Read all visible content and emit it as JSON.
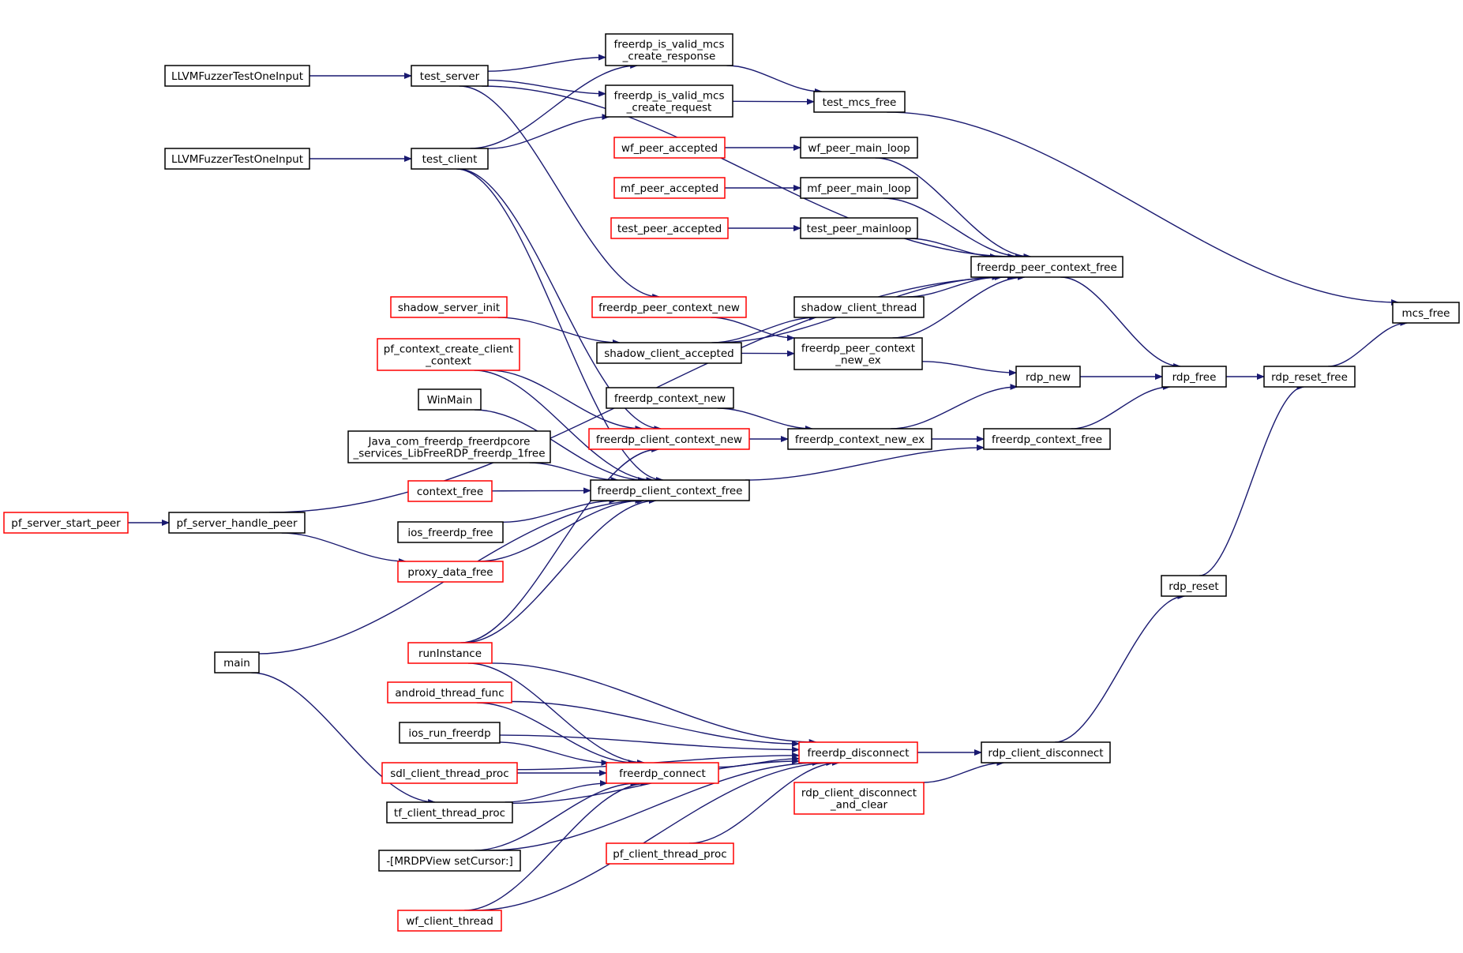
{
  "colors": {
    "edge": "#191970",
    "border_normal": "#000000",
    "border_truncated": "#ff0000",
    "highlight_fill": "#bfbfbf"
  },
  "nodes": [
    {
      "id": "mcs_free",
      "lines": [
        "mcs_free"
      ],
      "style": "highlight"
    },
    {
      "id": "rdp_reset_free",
      "lines": [
        "rdp_reset_free"
      ],
      "style": "normal"
    },
    {
      "id": "rdp_free",
      "lines": [
        "rdp_free"
      ],
      "style": "normal"
    },
    {
      "id": "rdp_reset",
      "lines": [
        "rdp_reset"
      ],
      "style": "normal"
    },
    {
      "id": "rdp_new",
      "lines": [
        "rdp_new"
      ],
      "style": "normal"
    },
    {
      "id": "freerdp_context_free",
      "lines": [
        "freerdp_context_free"
      ],
      "style": "normal"
    },
    {
      "id": "rdp_client_disconnect",
      "lines": [
        "rdp_client_disconnect"
      ],
      "style": "normal"
    },
    {
      "id": "test_mcs_free",
      "lines": [
        "test_mcs_free"
      ],
      "style": "normal"
    },
    {
      "id": "freerdp_peer_context_free",
      "lines": [
        "freerdp_peer_context_free"
      ],
      "style": "normal"
    },
    {
      "id": "freerdp_peer_context_new_ex",
      "lines": [
        "freerdp_peer_context",
        "_new_ex"
      ],
      "style": "normal"
    },
    {
      "id": "freerdp_context_new_ex",
      "lines": [
        "freerdp_context_new_ex"
      ],
      "style": "normal"
    },
    {
      "id": "freerdp_client_context_free",
      "lines": [
        "freerdp_client_context_free"
      ],
      "style": "normal"
    },
    {
      "id": "freerdp_disconnect",
      "lines": [
        "freerdp_disconnect"
      ],
      "style": "truncated"
    },
    {
      "id": "rdp_client_disconnect_and_clear",
      "lines": [
        "rdp_client_disconnect",
        "_and_clear"
      ],
      "style": "truncated"
    },
    {
      "id": "freerdp_is_valid_mcs_create_response",
      "lines": [
        "freerdp_is_valid_mcs",
        "_create_response"
      ],
      "style": "normal"
    },
    {
      "id": "freerdp_is_valid_mcs_create_request",
      "lines": [
        "freerdp_is_valid_mcs",
        "_create_request"
      ],
      "style": "normal"
    },
    {
      "id": "wf_peer_main_loop",
      "lines": [
        "wf_peer_main_loop"
      ],
      "style": "normal"
    },
    {
      "id": "mf_peer_main_loop",
      "lines": [
        "mf_peer_main_loop"
      ],
      "style": "normal"
    },
    {
      "id": "test_peer_mainloop",
      "lines": [
        "test_peer_mainloop"
      ],
      "style": "normal"
    },
    {
      "id": "shadow_client_thread",
      "lines": [
        "shadow_client_thread"
      ],
      "style": "normal"
    },
    {
      "id": "freerdp_context_new",
      "lines": [
        "freerdp_context_new"
      ],
      "style": "normal"
    },
    {
      "id": "freerdp_client_context_new",
      "lines": [
        "freerdp_client_context_new"
      ],
      "style": "truncated"
    },
    {
      "id": "freerdp_connect",
      "lines": [
        "freerdp_connect"
      ],
      "style": "truncated"
    },
    {
      "id": "pf_client_thread_proc",
      "lines": [
        "pf_client_thread_proc"
      ],
      "style": "truncated"
    },
    {
      "id": "wf_peer_accepted",
      "lines": [
        "wf_peer_accepted"
      ],
      "style": "truncated"
    },
    {
      "id": "mf_peer_accepted",
      "lines": [
        "mf_peer_accepted"
      ],
      "style": "truncated"
    },
    {
      "id": "test_peer_accepted",
      "lines": [
        "test_peer_accepted"
      ],
      "style": "truncated"
    },
    {
      "id": "freerdp_peer_context_new",
      "lines": [
        "freerdp_peer_context_new"
      ],
      "style": "truncated"
    },
    {
      "id": "shadow_client_accepted",
      "lines": [
        "shadow_client_accepted"
      ],
      "style": "normal"
    },
    {
      "id": "test_server",
      "lines": [
        "test_server"
      ],
      "style": "normal"
    },
    {
      "id": "test_client",
      "lines": [
        "test_client"
      ],
      "style": "normal"
    },
    {
      "id": "shadow_server_init",
      "lines": [
        "shadow_server_init"
      ],
      "style": "truncated"
    },
    {
      "id": "pf_context_create_client_context",
      "lines": [
        "pf_context_create_client",
        "_context"
      ],
      "style": "truncated"
    },
    {
      "id": "WinMain",
      "lines": [
        "WinMain"
      ],
      "style": "normal"
    },
    {
      "id": "Java_free",
      "lines": [
        "Java_com_freerdp_freerdpcore",
        "_services_LibFreeRDP_freerdp_1free"
      ],
      "style": "normal"
    },
    {
      "id": "context_free",
      "lines": [
        "context_free"
      ],
      "style": "truncated"
    },
    {
      "id": "ios_freerdp_free",
      "lines": [
        "ios_freerdp_free"
      ],
      "style": "normal"
    },
    {
      "id": "proxy_data_free",
      "lines": [
        "proxy_data_free"
      ],
      "style": "truncated"
    },
    {
      "id": "runInstance",
      "lines": [
        "runInstance"
      ],
      "style": "truncated"
    },
    {
      "id": "android_thread_func",
      "lines": [
        "android_thread_func"
      ],
      "style": "truncated"
    },
    {
      "id": "ios_run_freerdp",
      "lines": [
        "ios_run_freerdp"
      ],
      "style": "normal"
    },
    {
      "id": "sdl_client_thread_proc",
      "lines": [
        "sdl_client_thread_proc"
      ],
      "style": "truncated"
    },
    {
      "id": "tf_client_thread_proc",
      "lines": [
        "tf_client_thread_proc"
      ],
      "style": "normal"
    },
    {
      "id": "MRDPView_setCursor",
      "lines": [
        "-[MRDPView setCursor:]"
      ],
      "style": "normal"
    },
    {
      "id": "wf_client_thread",
      "lines": [
        "wf_client_thread"
      ],
      "style": "truncated"
    },
    {
      "id": "LLVMFuzzer_server",
      "lines": [
        "LLVMFuzzerTestOneInput"
      ],
      "style": "normal"
    },
    {
      "id": "LLVMFuzzer_client",
      "lines": [
        "LLVMFuzzerTestOneInput"
      ],
      "style": "normal"
    },
    {
      "id": "pf_server_handle_peer",
      "lines": [
        "pf_server_handle_peer"
      ],
      "style": "normal"
    },
    {
      "id": "main",
      "lines": [
        "main"
      ],
      "style": "normal"
    },
    {
      "id": "pf_server_start_peer",
      "lines": [
        "pf_server_start_peer"
      ],
      "style": "truncated"
    }
  ],
  "edges": [
    [
      "rdp_reset_free",
      "mcs_free"
    ],
    [
      "test_mcs_free",
      "mcs_free"
    ],
    [
      "rdp_free",
      "rdp_reset_free"
    ],
    [
      "rdp_reset",
      "rdp_reset_free"
    ],
    [
      "rdp_new",
      "rdp_free"
    ],
    [
      "freerdp_context_free",
      "rdp_free"
    ],
    [
      "freerdp_peer_context_free",
      "rdp_free"
    ],
    [
      "rdp_client_disconnect",
      "rdp_reset"
    ],
    [
      "freerdp_is_valid_mcs_create_response",
      "test_mcs_free"
    ],
    [
      "freerdp_is_valid_mcs_create_request",
      "test_mcs_free"
    ],
    [
      "freerdp_peer_context_new_ex",
      "rdp_new"
    ],
    [
      "freerdp_context_new_ex",
      "rdp_new"
    ],
    [
      "freerdp_context_new_ex",
      "freerdp_context_free"
    ],
    [
      "freerdp_client_context_free",
      "freerdp_context_free"
    ],
    [
      "freerdp_disconnect",
      "rdp_client_disconnect"
    ],
    [
      "rdp_client_disconnect_and_clear",
      "rdp_client_disconnect"
    ],
    [
      "test_server",
      "freerdp_is_valid_mcs_create_response"
    ],
    [
      "test_client",
      "freerdp_is_valid_mcs_create_response"
    ],
    [
      "test_server",
      "freerdp_is_valid_mcs_create_request"
    ],
    [
      "test_client",
      "freerdp_is_valid_mcs_create_request"
    ],
    [
      "test_server",
      "freerdp_peer_context_free"
    ],
    [
      "wf_peer_main_loop",
      "freerdp_peer_context_free"
    ],
    [
      "mf_peer_main_loop",
      "freerdp_peer_context_free"
    ],
    [
      "test_peer_mainloop",
      "freerdp_peer_context_free"
    ],
    [
      "shadow_client_thread",
      "freerdp_peer_context_free"
    ],
    [
      "freerdp_peer_context_new_ex",
      "freerdp_peer_context_free"
    ],
    [
      "shadow_client_accepted",
      "freerdp_peer_context_free"
    ],
    [
      "pf_server_handle_peer",
      "freerdp_peer_context_free"
    ],
    [
      "wf_peer_accepted",
      "wf_peer_main_loop"
    ],
    [
      "mf_peer_accepted",
      "mf_peer_main_loop"
    ],
    [
      "test_peer_accepted",
      "test_peer_mainloop"
    ],
    [
      "shadow_client_accepted",
      "shadow_client_thread"
    ],
    [
      "freerdp_peer_context_new",
      "freerdp_peer_context_new_ex"
    ],
    [
      "shadow_client_accepted",
      "freerdp_peer_context_new_ex"
    ],
    [
      "test_server",
      "freerdp_peer_context_new"
    ],
    [
      "shadow_server_init",
      "shadow_client_accepted"
    ],
    [
      "freerdp_context_new",
      "freerdp_context_new_ex"
    ],
    [
      "freerdp_client_context_new",
      "freerdp_context_new_ex"
    ],
    [
      "test_client",
      "freerdp_client_context_new"
    ],
    [
      "pf_context_create_client_context",
      "freerdp_client_context_new"
    ],
    [
      "runInstance",
      "freerdp_client_context_new"
    ],
    [
      "test_client",
      "freerdp_client_context_free"
    ],
    [
      "pf_context_create_client_context",
      "freerdp_client_context_free"
    ],
    [
      "WinMain",
      "freerdp_client_context_free"
    ],
    [
      "Java_free",
      "freerdp_client_context_free"
    ],
    [
      "context_free",
      "freerdp_client_context_free"
    ],
    [
      "ios_freerdp_free",
      "freerdp_client_context_free"
    ],
    [
      "proxy_data_free",
      "freerdp_client_context_free"
    ],
    [
      "main",
      "freerdp_client_context_free"
    ],
    [
      "runInstance",
      "freerdp_client_context_free"
    ],
    [
      "freerdp_connect",
      "freerdp_disconnect"
    ],
    [
      "runInstance",
      "freerdp_disconnect"
    ],
    [
      "android_thread_func",
      "freerdp_disconnect"
    ],
    [
      "ios_run_freerdp",
      "freerdp_disconnect"
    ],
    [
      "sdl_client_thread_proc",
      "freerdp_disconnect"
    ],
    [
      "tf_client_thread_proc",
      "freerdp_disconnect"
    ],
    [
      "pf_client_thread_proc",
      "freerdp_disconnect"
    ],
    [
      "MRDPView_setCursor",
      "freerdp_disconnect"
    ],
    [
      "wf_client_thread",
      "freerdp_disconnect"
    ],
    [
      "runInstance",
      "freerdp_connect"
    ],
    [
      "android_thread_func",
      "freerdp_connect"
    ],
    [
      "ios_run_freerdp",
      "freerdp_connect"
    ],
    [
      "sdl_client_thread_proc",
      "freerdp_connect"
    ],
    [
      "tf_client_thread_proc",
      "freerdp_connect"
    ],
    [
      "MRDPView_setCursor",
      "freerdp_connect"
    ],
    [
      "wf_client_thread",
      "freerdp_connect"
    ],
    [
      "LLVMFuzzer_server",
      "test_server"
    ],
    [
      "LLVMFuzzer_client",
      "test_client"
    ],
    [
      "pf_server_handle_peer",
      "proxy_data_free"
    ],
    [
      "pf_server_start_peer",
      "pf_server_handle_peer"
    ],
    [
      "main",
      "tf_client_thread_proc"
    ]
  ]
}
